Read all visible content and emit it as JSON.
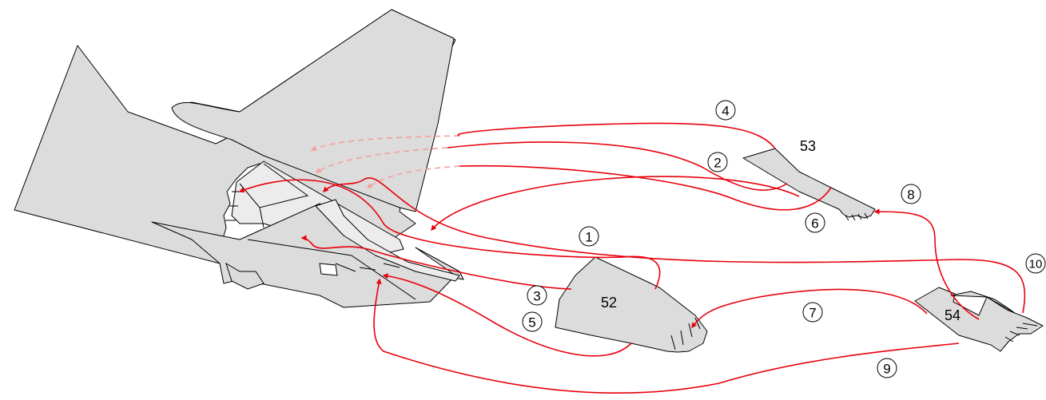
{
  "parts": {
    "p52": "52",
    "p53": "53",
    "p54": "54"
  },
  "steps": [
    "1",
    "2",
    "3",
    "4",
    "5",
    "6",
    "7",
    "8",
    "9",
    "10"
  ],
  "colors": {
    "part_fill": "#dcdcdc",
    "flow": "#e8000b",
    "flow_faded": "#f4a09c"
  }
}
